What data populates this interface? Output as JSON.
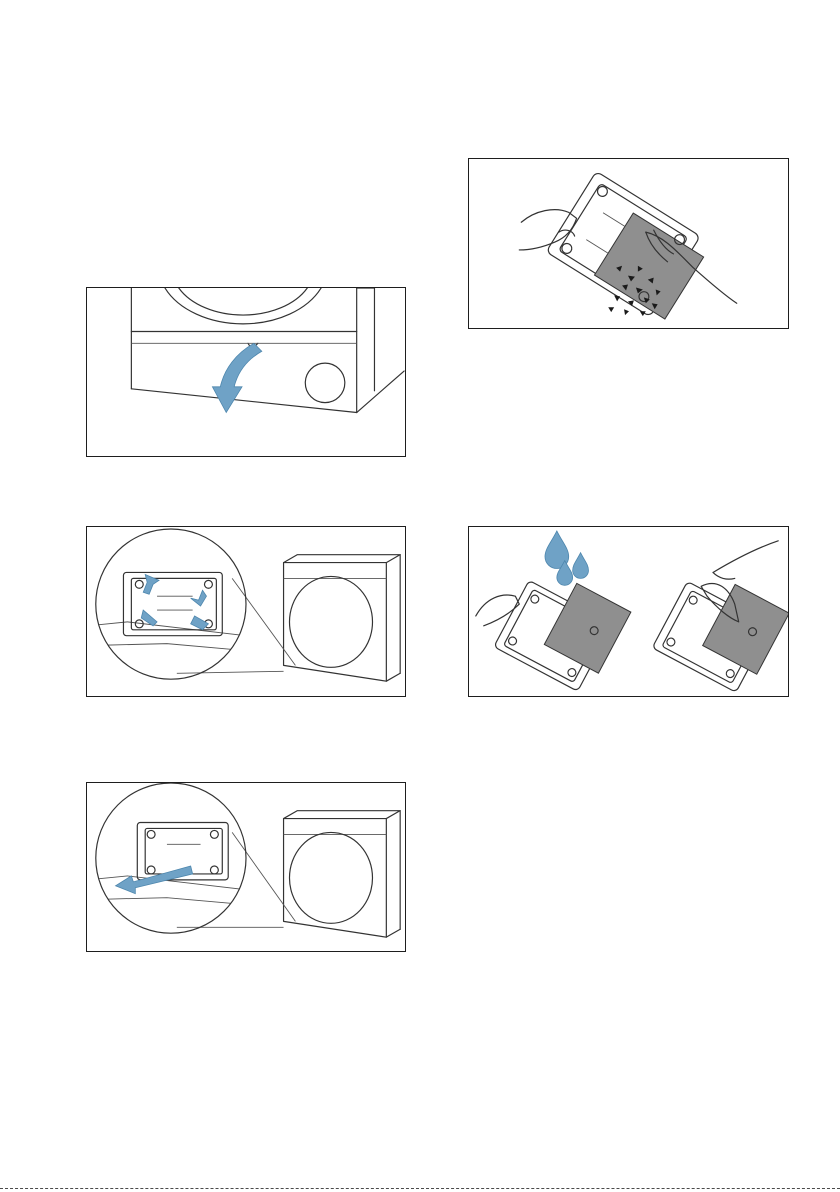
{
  "figures": [
    {
      "id": "p1",
      "icon": "open-flap-arrow-icon"
    },
    {
      "id": "p2",
      "icon": "unlock-filter-arrows-icon"
    },
    {
      "id": "p3",
      "icon": "pull-filter-out-arrow-icon"
    },
    {
      "id": "p4",
      "icon": "remove-lint-icon"
    },
    {
      "id": "p5",
      "icon": "rinse-and-dry-filter-icon"
    }
  ],
  "colors": {
    "accent": "#6fa2c6",
    "outline": "#1e1e1e",
    "filter_mesh": "#8f8f8f"
  }
}
